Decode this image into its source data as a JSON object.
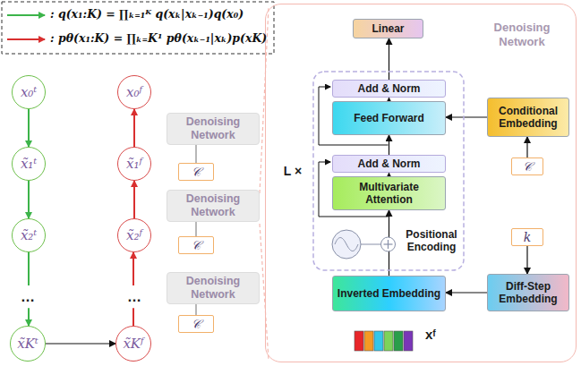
{
  "diagram": {
    "nodes": [
      {
        "text": [
          "x₀ᵗ"
        ]
      },
      {
        "text": [
          "x̃₁ᵗ"
        ]
      },
      {
        "text": [
          "x̃₂ᵗ"
        ]
      },
      {
        "text": [
          "x̃Kᵗ"
        ]
      },
      {
        "text": [
          "x₀ᶠ"
        ]
      },
      {
        "text": [
          "x̃₁ᶠ"
        ]
      },
      {
        "text": [
          "x̃₂ᶠ"
        ]
      },
      {
        "text": [
          "x̃Kᶠ"
        ]
      },
      {
        "text": [
          "Denoising Network"
        ]
      },
      {
        "text": [
          "𝒞"
        ]
      },
      {
        "text": [
          "Denoising Network"
        ]
      },
      {
        "text": [
          "𝒞"
        ]
      },
      {
        "text": [
          "Denoising Network"
        ]
      },
      {
        "text": [
          "𝒞"
        ]
      },
      {
        "text": [
          "Denoising Network"
        ]
      },
      {
        "text": [
          "Linear"
        ],
        "in": 14
      },
      {
        "text": [
          "Add & Norm"
        ],
        "in": 14
      },
      {
        "text": [
          "Feed Forward"
        ],
        "in": 14
      },
      {
        "text": [
          "Add & Norm"
        ],
        "in": 14
      },
      {
        "text": [
          "Multivariate Attention"
        ],
        "in": 14
      },
      {
        "text": [
          "Conditional Embedding"
        ],
        "in": 14
      },
      {
        "text": [
          "𝒞"
        ],
        "in": 14
      },
      {
        "text": [
          "k"
        ],
        "in": 14
      },
      {
        "text": [
          "Diff-Step Embedding"
        ],
        "in": 14
      },
      {
        "text": [
          "Inverted Embedding"
        ],
        "in": 14
      }
    ],
    "edges": [
      {
        "from": 0,
        "to": 1,
        "arrow": "to"
      },
      {
        "from": 1,
        "to": 2,
        "arrow": "to"
      },
      {
        "from": 2,
        "to": 3,
        "arrow": "to"
      },
      {
        "from": 3,
        "to": 7,
        "arrow": "to"
      },
      {
        "from": 7,
        "to": 6,
        "arrow": "to"
      },
      {
        "from": 6,
        "to": 5,
        "arrow": "to"
      },
      {
        "from": 5,
        "to": 4,
        "arrow": "to"
      },
      {
        "from": 9,
        "to": 8,
        "arrow": "none"
      },
      {
        "from": 11,
        "to": 10,
        "arrow": "none"
      },
      {
        "from": 13,
        "to": 12,
        "arrow": "none"
      },
      {
        "from": 24,
        "to": 19,
        "arrow": "to"
      },
      {
        "from": 19,
        "to": 18,
        "arrow": "to"
      },
      {
        "from": 18,
        "to": 17,
        "arrow": "to"
      },
      {
        "from": 17,
        "to": 16,
        "arrow": "to"
      },
      {
        "from": 16,
        "to": 15,
        "arrow": "to"
      },
      {
        "from": 20,
        "to": 17,
        "arrow": "to"
      },
      {
        "from": 21,
        "to": 20,
        "arrow": "to"
      },
      {
        "from": 22,
        "to": 23,
        "arrow": "to"
      },
      {
        "from": 23,
        "to": 24,
        "arrow": "to"
      }
    ],
    "labels": [
      "…",
      "…",
      "L ×",
      "Positional Encoding",
      "xᶠ"
    ],
    "legend": [
      {
        "text": ": q(x₁:K) = ∏ₖ₌₁ᴷ q(xₖ|xₖ₋₁)q(x₀)"
      },
      {
        "text": ": pθ(x₁:K) = ∏ₖ₌K¹ pθ(xₖ₋₁|xₖ)p(xK)"
      }
    ]
  }
}
